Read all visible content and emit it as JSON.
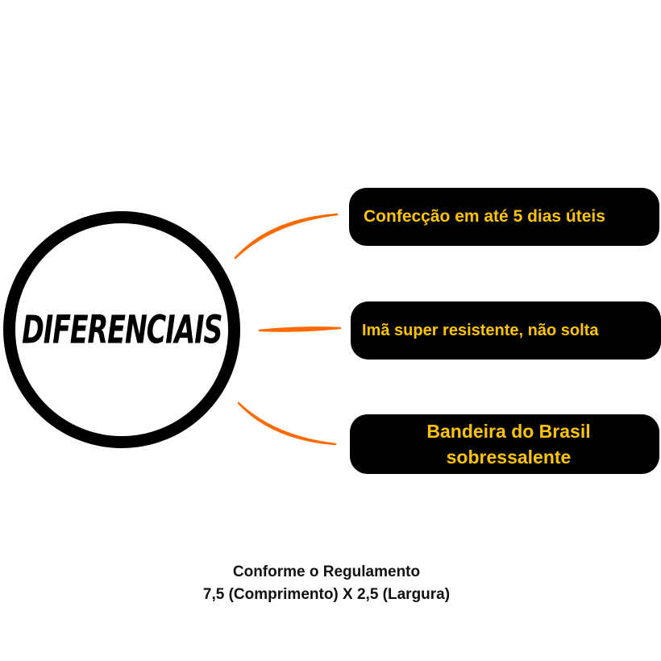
{
  "hub": {
    "label": "DIFERENCIAIS"
  },
  "items": [
    {
      "label": "Confecção em até 5 dias úteis"
    },
    {
      "label": "Imã super resistente, não solta"
    },
    {
      "line1": "Bandeira do Brasil",
      "line2": "sobressalente"
    }
  ],
  "footer": {
    "line1": "Conforme o Regulamento",
    "line2": "7,5 (Comprimento) X 2,5 (Largura)"
  },
  "colors": {
    "pill_background": "#000000",
    "pill_text": "#ffc400",
    "connector": "#ff6a00",
    "hub_border": "#000000"
  }
}
